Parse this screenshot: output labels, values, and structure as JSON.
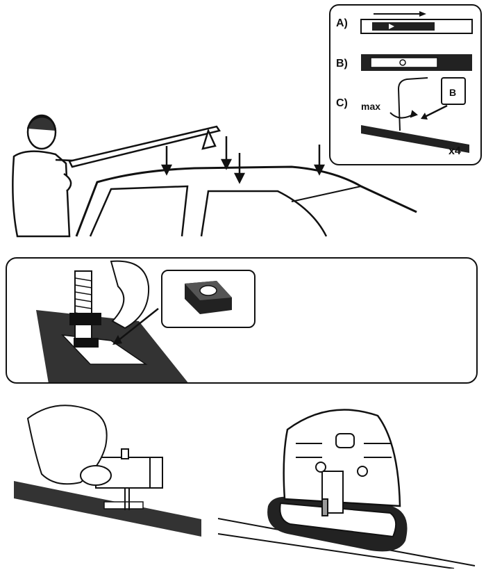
{
  "steps": {
    "a": "A)",
    "b": "B)",
    "c": "C)"
  },
  "labels": {
    "max": "max",
    "bag": "B",
    "count": "x4"
  },
  "colors": {
    "ink": "#111111",
    "rail": "#333333",
    "paper": "#ffffff",
    "shade": "#9a9a9a"
  }
}
